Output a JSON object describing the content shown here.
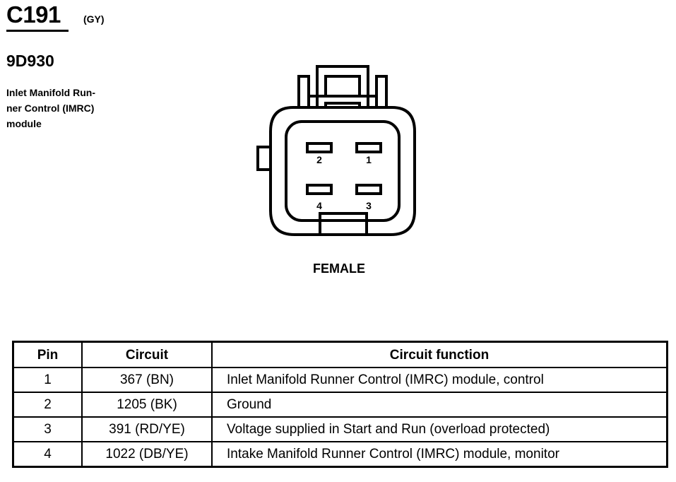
{
  "header": {
    "connector_id": "C191",
    "color_code": "(GY)",
    "part_number": "9D930",
    "description_lines": [
      "Inlet Manifold Run-",
      "ner Control (IMRC)",
      "module"
    ]
  },
  "connector": {
    "gender": "FEMALE",
    "pin_labels": [
      "2",
      "1",
      "4",
      "3"
    ]
  },
  "table": {
    "headers": [
      "Pin",
      "Circuit",
      "Circuit function"
    ],
    "rows": [
      {
        "pin": "1",
        "circuit": "367 (BN)",
        "function": "Inlet Manifold Runner Control (IMRC) module, control"
      },
      {
        "pin": "2",
        "circuit": "1205 (BK)",
        "function": "Ground"
      },
      {
        "pin": "3",
        "circuit": "391 (RD/YE)",
        "function": "Voltage supplied in Start and Run (overload protected)"
      },
      {
        "pin": "4",
        "circuit": "1022 (DB/YE)",
        "function": "Intake Manifold Runner Control (IMRC) module, monitor"
      }
    ]
  }
}
